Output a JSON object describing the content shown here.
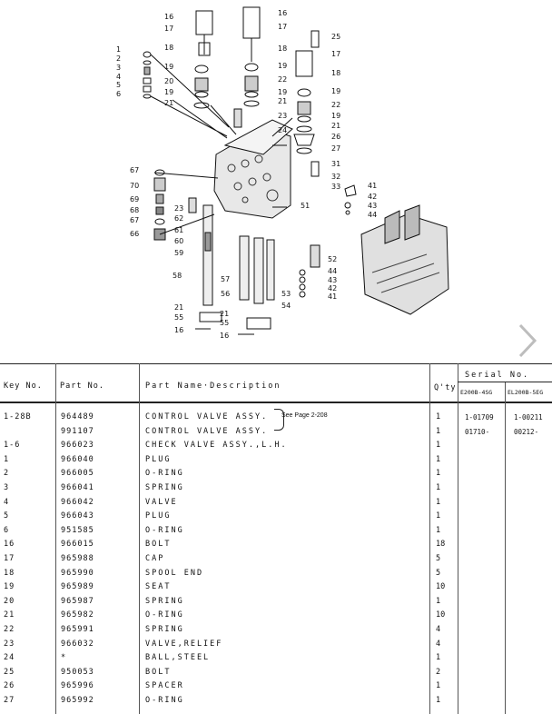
{
  "diagram": {
    "callouts": [
      "16",
      "17",
      "18",
      "19",
      "20",
      "19",
      "21",
      "1",
      "2",
      "3",
      "4",
      "5",
      "6",
      "16",
      "17",
      "18",
      "19",
      "22",
      "19",
      "21",
      "23",
      "24",
      "25",
      "17",
      "18",
      "19",
      "22",
      "19",
      "21",
      "26",
      "27",
      "31",
      "32",
      "33",
      "41",
      "42",
      "43",
      "44",
      "51",
      "52",
      "44",
      "43",
      "42",
      "41",
      "53",
      "54",
      "57",
      "56",
      "58",
      "59",
      "60",
      "61",
      "62",
      "23",
      "67",
      "70",
      "69",
      "68",
      "67",
      "66",
      "21",
      "55",
      "16",
      "21",
      "55",
      "16"
    ]
  },
  "nav": {
    "next_icon": "chevron-right-icon"
  },
  "table": {
    "headers": {
      "key_no": "Key No.",
      "part_no": "Part No.",
      "part_name": "Part Name·Description",
      "qty": "Q'ty",
      "serial": "Serial  No.",
      "serial_col1": "E200B-4SG",
      "serial_col2": "EL200B-5EG"
    },
    "see_page": "See Page 2-208",
    "rows": [
      {
        "key": "1-28B",
        "part": "964489",
        "name": "CONTROL VALVE ASSY.",
        "qty": "1",
        "s1": "1-01709",
        "s2": "1-00211"
      },
      {
        "key": "",
        "part": "991107",
        "name": "CONTROL VALVE ASSY.",
        "qty": "1",
        "s1": "01710-",
        "s2": "00212-"
      },
      {
        "key": "1-6",
        "part": "966023",
        "name": "CHECK VALVE ASSY.,L.H.",
        "qty": "1",
        "s1": "",
        "s2": ""
      },
      {
        "key": "1",
        "part": "966040",
        "name": "PLUG",
        "qty": "1",
        "s1": "",
        "s2": ""
      },
      {
        "key": "2",
        "part": "966005",
        "name": "O-RING",
        "qty": "1",
        "s1": "",
        "s2": ""
      },
      {
        "key": "3",
        "part": "966041",
        "name": "SPRING",
        "qty": "1",
        "s1": "",
        "s2": ""
      },
      {
        "key": "4",
        "part": "966042",
        "name": "VALVE",
        "qty": "1",
        "s1": "",
        "s2": ""
      },
      {
        "key": "5",
        "part": "966043",
        "name": "PLUG",
        "qty": "1",
        "s1": "",
        "s2": ""
      },
      {
        "key": "6",
        "part": "951585",
        "name": "O-RING",
        "qty": "1",
        "s1": "",
        "s2": ""
      },
      {
        "key": "16",
        "part": "966015",
        "name": "BOLT",
        "qty": "18",
        "s1": "",
        "s2": ""
      },
      {
        "key": "17",
        "part": "965988",
        "name": "CAP",
        "qty": "5",
        "s1": "",
        "s2": ""
      },
      {
        "key": "18",
        "part": "965990",
        "name": "SPOOL END",
        "qty": "5",
        "s1": "",
        "s2": ""
      },
      {
        "key": "19",
        "part": "965989",
        "name": "SEAT",
        "qty": "10",
        "s1": "",
        "s2": ""
      },
      {
        "key": "20",
        "part": "965987",
        "name": "SPRING",
        "qty": "1",
        "s1": "",
        "s2": ""
      },
      {
        "key": "21",
        "part": "965982",
        "name": "O-RING",
        "qty": "10",
        "s1": "",
        "s2": ""
      },
      {
        "key": "22",
        "part": "965991",
        "name": "SPRING",
        "qty": "4",
        "s1": "",
        "s2": ""
      },
      {
        "key": "23",
        "part": "966032",
        "name": "VALVE,RELIEF",
        "qty": "4",
        "s1": "",
        "s2": ""
      },
      {
        "key": "24",
        "part": "*",
        "name": "BALL,STEEL",
        "qty": "1",
        "s1": "",
        "s2": ""
      },
      {
        "key": "25",
        "part": "950053",
        "name": "BOLT",
        "qty": "2",
        "s1": "",
        "s2": ""
      },
      {
        "key": "26",
        "part": "965996",
        "name": "SPACER",
        "qty": "1",
        "s1": "",
        "s2": ""
      },
      {
        "key": "27",
        "part": "965992",
        "name": "O-RING",
        "qty": "1",
        "s1": "",
        "s2": ""
      }
    ]
  }
}
